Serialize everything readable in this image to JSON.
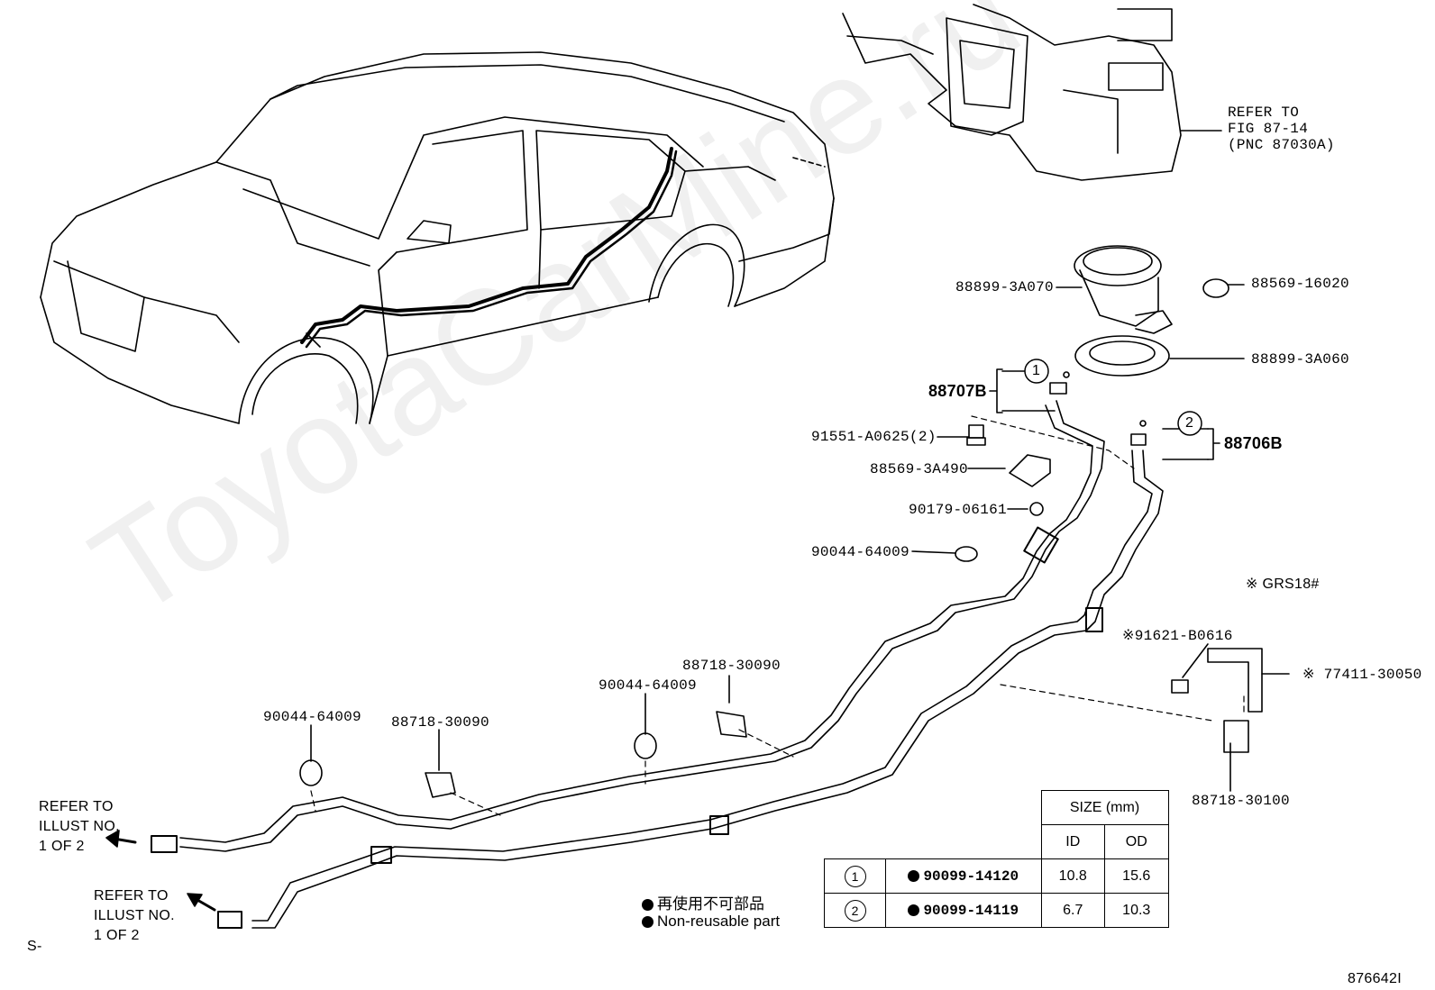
{
  "watermark": "ToyotaCarMine.ru",
  "refer_fig": {
    "line1": "REFER TO",
    "line2": "FIG 87-14",
    "line3": "(PNC 87030A)"
  },
  "labels": {
    "p88899_3A070": "88899-3A070",
    "p88569_16020": "88569-16020",
    "p88899_3A060": "88899-3A060",
    "p88707B": "88707B",
    "p88706B": "88706B",
    "p91551": "91551-A0625(2)",
    "p88569_3A490": "88569-3A490",
    "p90179": "90179-06161",
    "p90044_a": "90044-64009",
    "p90044_b": "90044-64009",
    "p90044_c": "90044-64009",
    "p88718_a": "88718-30090",
    "p88718_b": "88718-30090",
    "p88718_c": "88718-30100",
    "p91621": "※91621-B0616",
    "p77411": "※ 77411-30050",
    "grs": "※   GRS18#",
    "callout1": "1",
    "callout2": "2"
  },
  "refer_illust_1": {
    "line1": "REFER TO",
    "line2": "ILLUST NO.",
    "line3": "1 OF 2"
  },
  "refer_illust_2": {
    "line1": "REFER TO",
    "line2": "ILLUST NO.",
    "line3": "1 OF 2"
  },
  "size_table": {
    "header": "SIZE (mm)",
    "col_id": "ID",
    "col_od": "OD",
    "rows": [
      {
        "num": "1",
        "part": "90099-14120",
        "id": "10.8",
        "od": "15.6"
      },
      {
        "num": "2",
        "part": "90099-14119",
        "id": "6.7",
        "od": "10.3"
      }
    ]
  },
  "legend": {
    "jp": "再使用不可部品",
    "en": "Non-reusable part"
  },
  "corner_left": "S-",
  "corner_right": "876642I"
}
